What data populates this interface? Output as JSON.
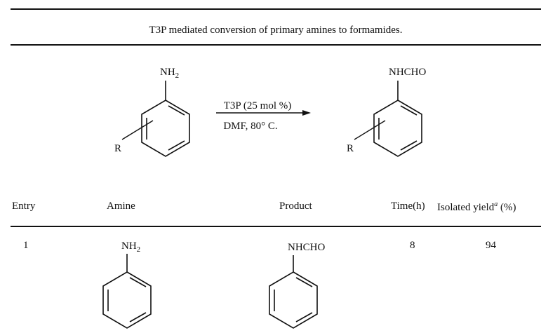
{
  "table": {
    "caption": "T3P mediated conversion of primary amines to formamides.",
    "headers": {
      "entry": "Entry",
      "amine": "Amine",
      "product": "Product",
      "time": "Time(h)",
      "yield": "Isolated yield",
      "yield_sup": "a",
      "yield_unit": " (%)"
    },
    "rows": [
      {
        "entry": "1",
        "amine": "NH",
        "amine_sub": "2",
        "product": "NHCHO",
        "time": "8",
        "yield": "94"
      }
    ]
  },
  "scheme": {
    "reactant_group": "NH",
    "reactant_group_sub": "2",
    "reactant_substituent": "R",
    "conditions_above": "T3P (25 mol %)",
    "conditions_below": "DMF, 80° C.",
    "product_group": "NHCHO",
    "product_substituent": "R"
  }
}
